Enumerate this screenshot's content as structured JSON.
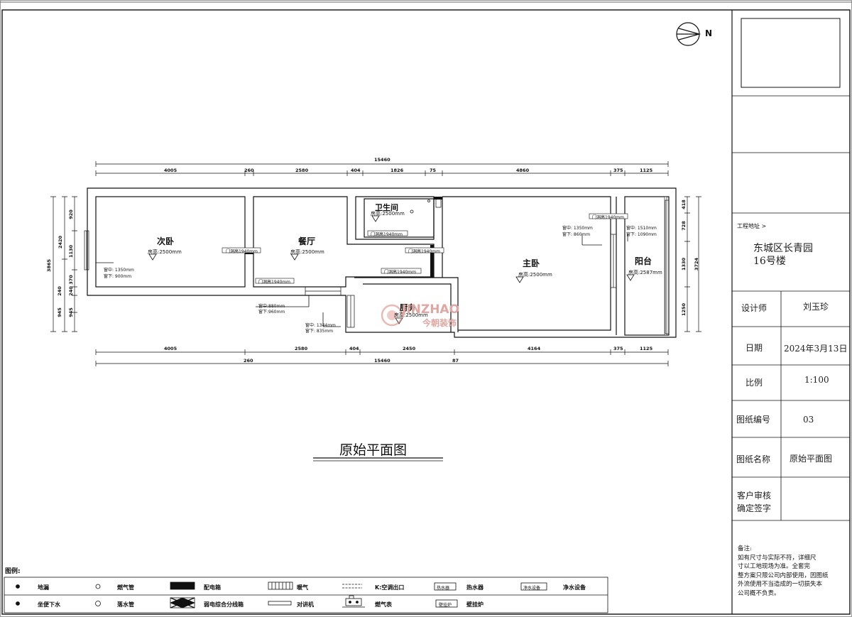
{
  "north_label": "N",
  "plan_title": "原始平面图",
  "watermark": {
    "brand": "JINZHAO",
    "name": "今朝装饰"
  },
  "rooms": [
    {
      "key": "bedroom2",
      "name": "次卧",
      "height": "房高:2500mm",
      "win1": "窗中: 1350mm",
      "win2": "窗下: 900mm"
    },
    {
      "key": "dining",
      "name": "餐厅",
      "height": "房高:2500mm"
    },
    {
      "key": "bath",
      "name": "卫生间",
      "height": "房高:2500mm"
    },
    {
      "key": "kitchen",
      "name": "厨房",
      "height": "房高:2500mm",
      "win1": "窗中: 1344mm",
      "win2": "窗下: 835mm"
    },
    {
      "key": "master",
      "name": "主卧",
      "height": "房高:2500mm",
      "win1": "窗中: 1350mm",
      "win2": "窗下: 860mm"
    },
    {
      "key": "balcony",
      "name": "阳台",
      "height": "房高:2587mm",
      "win1": "窗中: 1510mm",
      "win2": "窗下: 1090mm"
    }
  ],
  "door_heights": {
    "door": "门洞高1940mm",
    "window_mid": "窗中:880mm",
    "window_low": "窗下:960mm"
  },
  "dims": {
    "top_total": "15460",
    "top": [
      "4005",
      "260",
      "2580",
      "404",
      "1826",
      "75",
      "4860",
      "375",
      "1125"
    ],
    "bottom": [
      "4005",
      "2580",
      "404",
      "2450",
      "4164",
      "375",
      "1125"
    ],
    "bottom_total": "15460",
    "bottom_extra": [
      "260",
      "87"
    ],
    "left": [
      "920",
      "1130",
      "370",
      "240",
      "240",
      "945",
      "945"
    ],
    "left_totals": [
      "2420",
      "3865"
    ],
    "right": [
      "418",
      "728",
      "1330",
      "1250"
    ],
    "right_total": "3724"
  },
  "legend": {
    "title": "图例:",
    "row1": [
      "地漏",
      "燃气管",
      "配电箱",
      "暖气",
      "K:空调出口",
      "热水器",
      "净水设备"
    ],
    "row2": [
      "坐便下水",
      "落水管",
      "弱电综合分线箱",
      "对讲机",
      "燃气表",
      "壁挂炉"
    ],
    "box_labels": {
      "heater": "热水器",
      "purifier": "净水设备",
      "boiler": "壁挂炉"
    }
  },
  "title_block": {
    "project_label": "工程地址 >",
    "address_line1": "东城区长青园",
    "address_line2": "16号楼",
    "designer_label": "设计师",
    "designer": "刘玉珍",
    "date_label": "日期",
    "date": "2024年3月13日",
    "scale_label": "比例",
    "scale": "1:100",
    "sheet_no_label": "图纸编号",
    "sheet_no": "03",
    "sheet_name_label": "图纸名称",
    "sheet_name": "原始平面图",
    "client_label_1": "客户审核",
    "client_label_2": "确定签字",
    "notes_title": "备注:",
    "notes_1": "  如有尺寸与实际不符，详细尺",
    "notes_2": "寸以工地现场为准。全套完",
    "notes_3": "整方案只限公司内部使用，因图纸",
    "notes_4": "外流使用不当造成的一切损失本",
    "notes_5": "公司概不负责。"
  }
}
